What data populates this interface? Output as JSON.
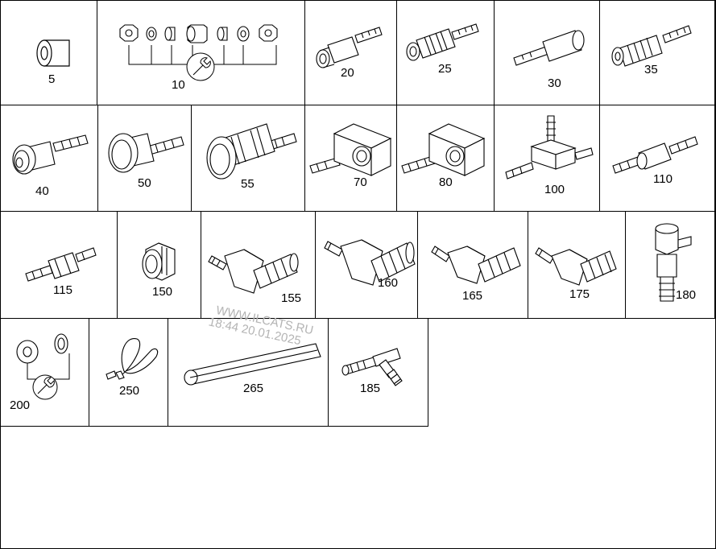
{
  "parts": {
    "p5": "5",
    "p10": "10",
    "p20": "20",
    "p25": "25",
    "p30": "30",
    "p35": "35",
    "p40": "40",
    "p50": "50",
    "p55": "55",
    "p70": "70",
    "p80": "80",
    "p100": "100",
    "p110": "110",
    "p115": "115",
    "p150": "150",
    "p155": "155",
    "p160": "160",
    "p165": "165",
    "p175": "175",
    "p180": "180",
    "p200": "200",
    "p250": "250",
    "p265": "265",
    "p185": "185"
  },
  "watermark": {
    "line1": "WWW.ILCATS.RU",
    "line2": "18:44 20.01.2025"
  }
}
